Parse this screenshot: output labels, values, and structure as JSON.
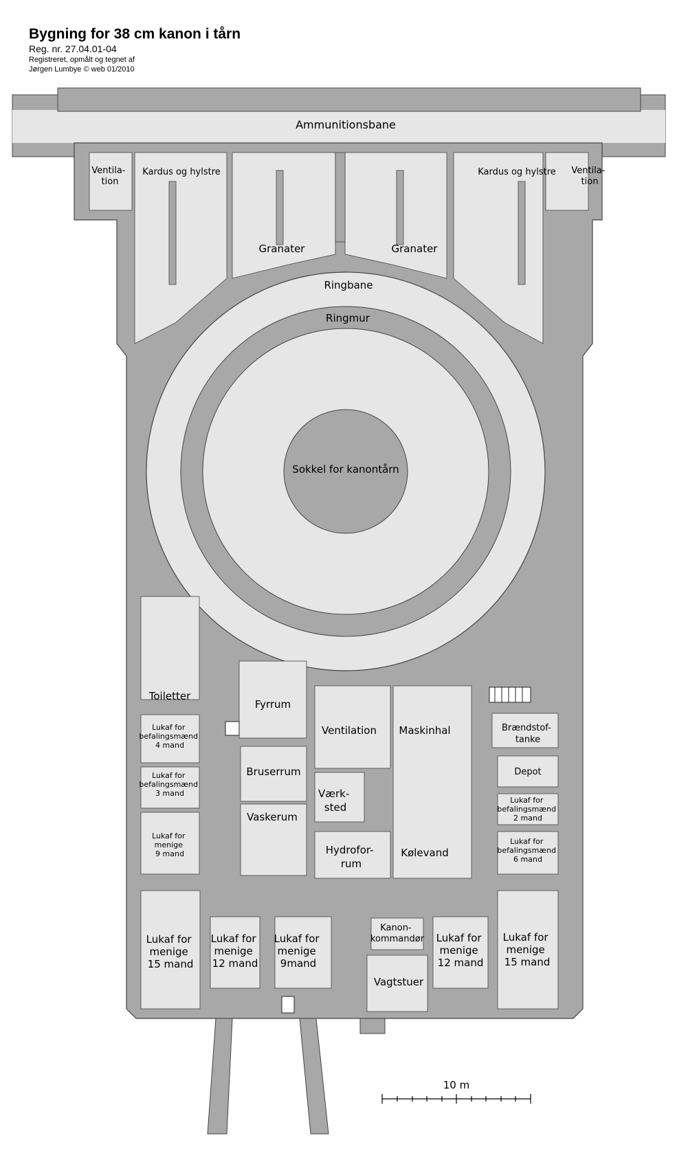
{
  "header": {
    "title": "Bygning for 38 cm kanon i tårn",
    "reg": "Reg. nr. 27.04.01-04",
    "credit_line1": "Registreret, opmålt og tegnet af",
    "credit_line2": "Jørgen Lumbye © web 01/2010"
  },
  "rooms": {
    "ammunitionsbane": "Ammunitionsbane",
    "ventilation_left": [
      "Ventila-",
      "tion"
    ],
    "ventilation_right": [
      "Ventila-",
      "tion"
    ],
    "kardus_left": "Kardus og hylstre",
    "kardus_right": "Kardus og hylstre",
    "granater_left": "Granater",
    "granater_right": "Granater",
    "ringbane": "Ringbane",
    "ringmur": "Ringmur",
    "sokkel": "Sokkel for kanontårn",
    "toiletter": "Toiletter",
    "lukaf_bef_4": [
      "Lukaf for",
      "befalingsmænd",
      "4 mand"
    ],
    "lukaf_bef_3": [
      "Lukaf for",
      "befalingsmænd",
      "3 mand"
    ],
    "lukaf_menige_9_left": [
      "Lukaf for",
      "menige",
      "9 mand"
    ],
    "fyrrum": "Fyrrum",
    "ventilation_center": "Ventilation",
    "maskinhal": "Maskinhal",
    "bruserrum": "Bruserrum",
    "vaskerum": "Vaskerum",
    "vaerksted": [
      "Værk-",
      "sted"
    ],
    "hydroforrum": [
      "Hydrofor-",
      "rum"
    ],
    "kolevand": "Kølevand",
    "braendstoftanke": [
      "Brændstof-",
      "tanke"
    ],
    "depot": "Depot",
    "lukaf_bef_2": [
      "Lukaf for",
      "befalingsmænd",
      "2 mand"
    ],
    "lukaf_bef_6": [
      "Lukaf for",
      "befalingsmænd",
      "6 mand"
    ],
    "lukaf_menige_15_left": [
      "Lukaf for",
      "menige",
      "15 mand"
    ],
    "lukaf_menige_12_left": [
      "Lukaf for",
      "menige",
      "12 mand"
    ],
    "lukaf_menige_9_bottom": [
      "Lukaf for",
      "menige",
      "9mand"
    ],
    "kanonkommandor": [
      "Kanon-",
      "kommandør"
    ],
    "vagtstuer": "Vagtstuer",
    "lukaf_menige_12_right": [
      "Lukaf for",
      "menige",
      "12 mand"
    ],
    "lukaf_menige_15_right": [
      "Lukaf for",
      "menige",
      "15 mand"
    ]
  },
  "scale": {
    "label": "10 m"
  },
  "colors": {
    "wall": "#a8a8a8",
    "floor": "#e6e6e6",
    "ringmur": "#a8a8a8",
    "outline": "#444444"
  }
}
